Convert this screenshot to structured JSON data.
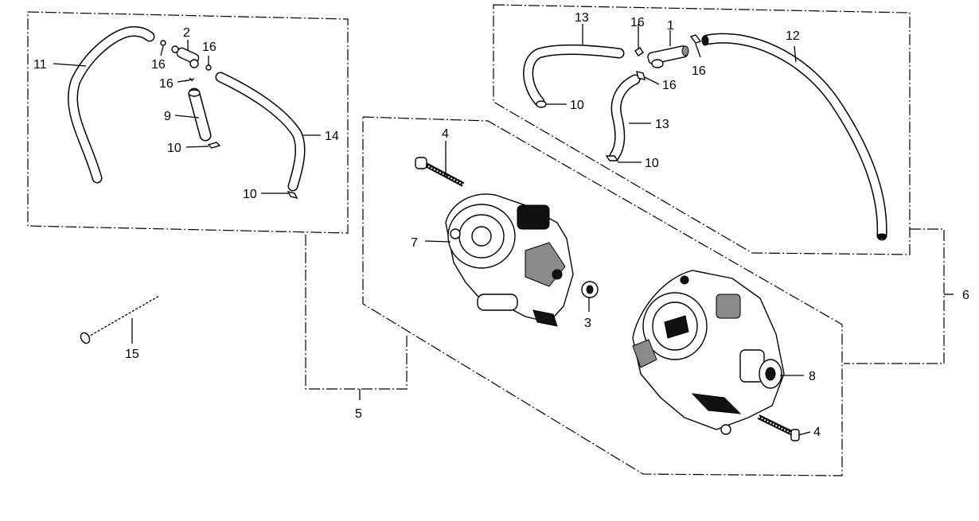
{
  "callouts": {
    "c_11": "11",
    "c_2": "2",
    "c_16a": "16",
    "c_16b": "16",
    "c_16c": "16",
    "c_9": "9",
    "c_10a": "10",
    "c_14": "14",
    "c_10b": "10",
    "c_13a": "13",
    "c_16d": "16",
    "c_1": "1",
    "c_12": "12",
    "c_16e": "16",
    "c_16f": "16",
    "c_10c": "10",
    "c_13b": "13",
    "c_10d": "10",
    "c_4a": "4",
    "c_7": "7",
    "c_3": "3",
    "c_6": "6",
    "c_8": "8",
    "c_15": "15",
    "c_4b": "4",
    "c_5": "5"
  }
}
